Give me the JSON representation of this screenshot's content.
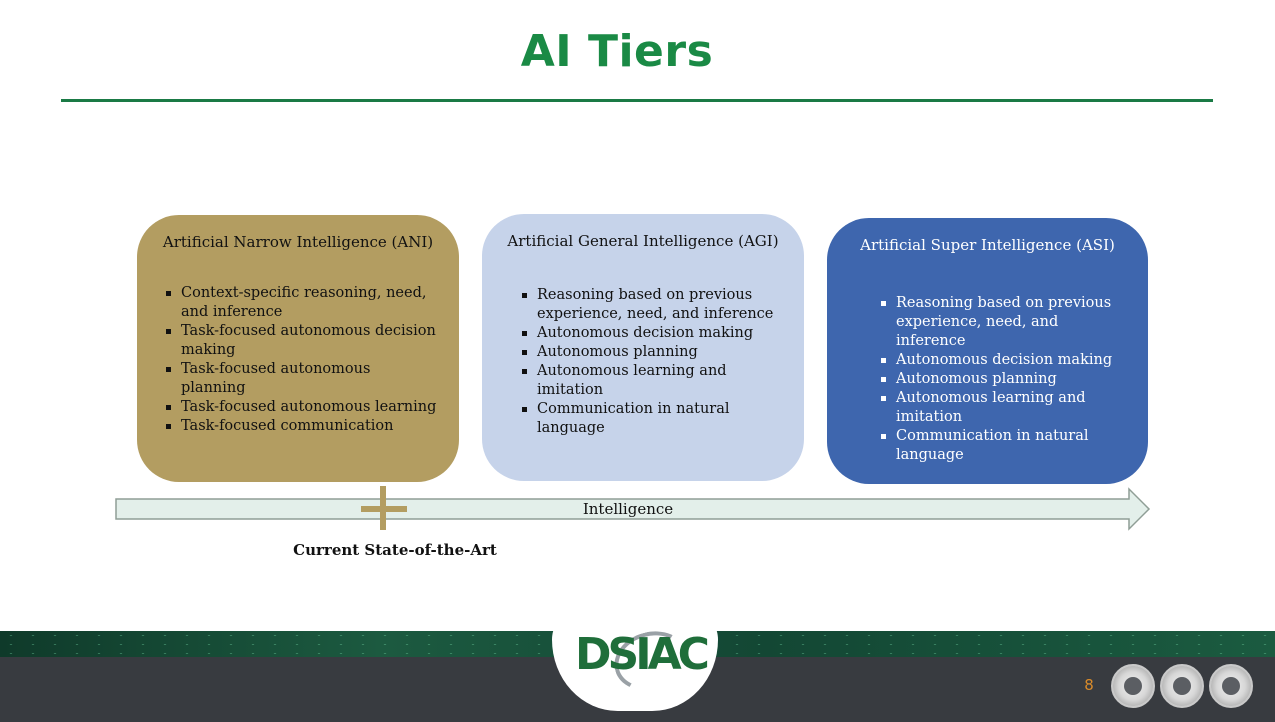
{
  "slide": {
    "title": "AI Tiers",
    "page_number": "8"
  },
  "tiers": [
    {
      "heading": "Artificial Narrow Intelligence (ANI)",
      "bullets": [
        "Context-specific reasoning, need, and inference",
        "Task-focused autonomous decision making",
        "Task-focused autonomous planning",
        "Task-focused autonomous learning",
        "Task-focused communication"
      ]
    },
    {
      "heading": "Artificial General Intelligence (AGI)",
      "bullets": [
        "Reasoning based on previous experience, need, and inference",
        "Autonomous decision making",
        "Autonomous planning",
        "Autonomous learning and imitation",
        "Communication in natural language"
      ]
    },
    {
      "heading": "Artificial Super Intelligence (ASI)",
      "bullets": [
        "Reasoning based on previous experience, need, and inference",
        "Autonomous decision making",
        "Autonomous planning",
        "Autonomous learning and imitation",
        "Communication in natural language"
      ]
    }
  ],
  "axis": {
    "label": "Intelligence",
    "marker_label": "Current State-of-the-Art"
  },
  "footer": {
    "logo_text": "DSIAC",
    "seals": [
      "seal-icon",
      "seal-icon",
      "seal-icon"
    ]
  },
  "colors": {
    "title": "#1a8a45",
    "ani_box": "#b39d61",
    "agi_box": "#c6d3ea",
    "asi_box": "#3e66ae",
    "marker": "#b39d61",
    "page_number": "#d98b2a"
  }
}
